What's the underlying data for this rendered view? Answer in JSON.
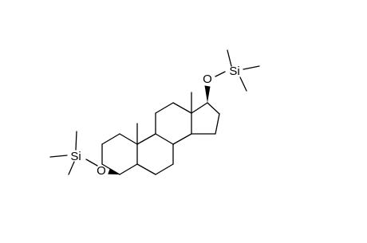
{
  "labels": {
    "si_top": "Si",
    "o_top": "O",
    "si_left": "Si",
    "o_left": "O"
  }
}
